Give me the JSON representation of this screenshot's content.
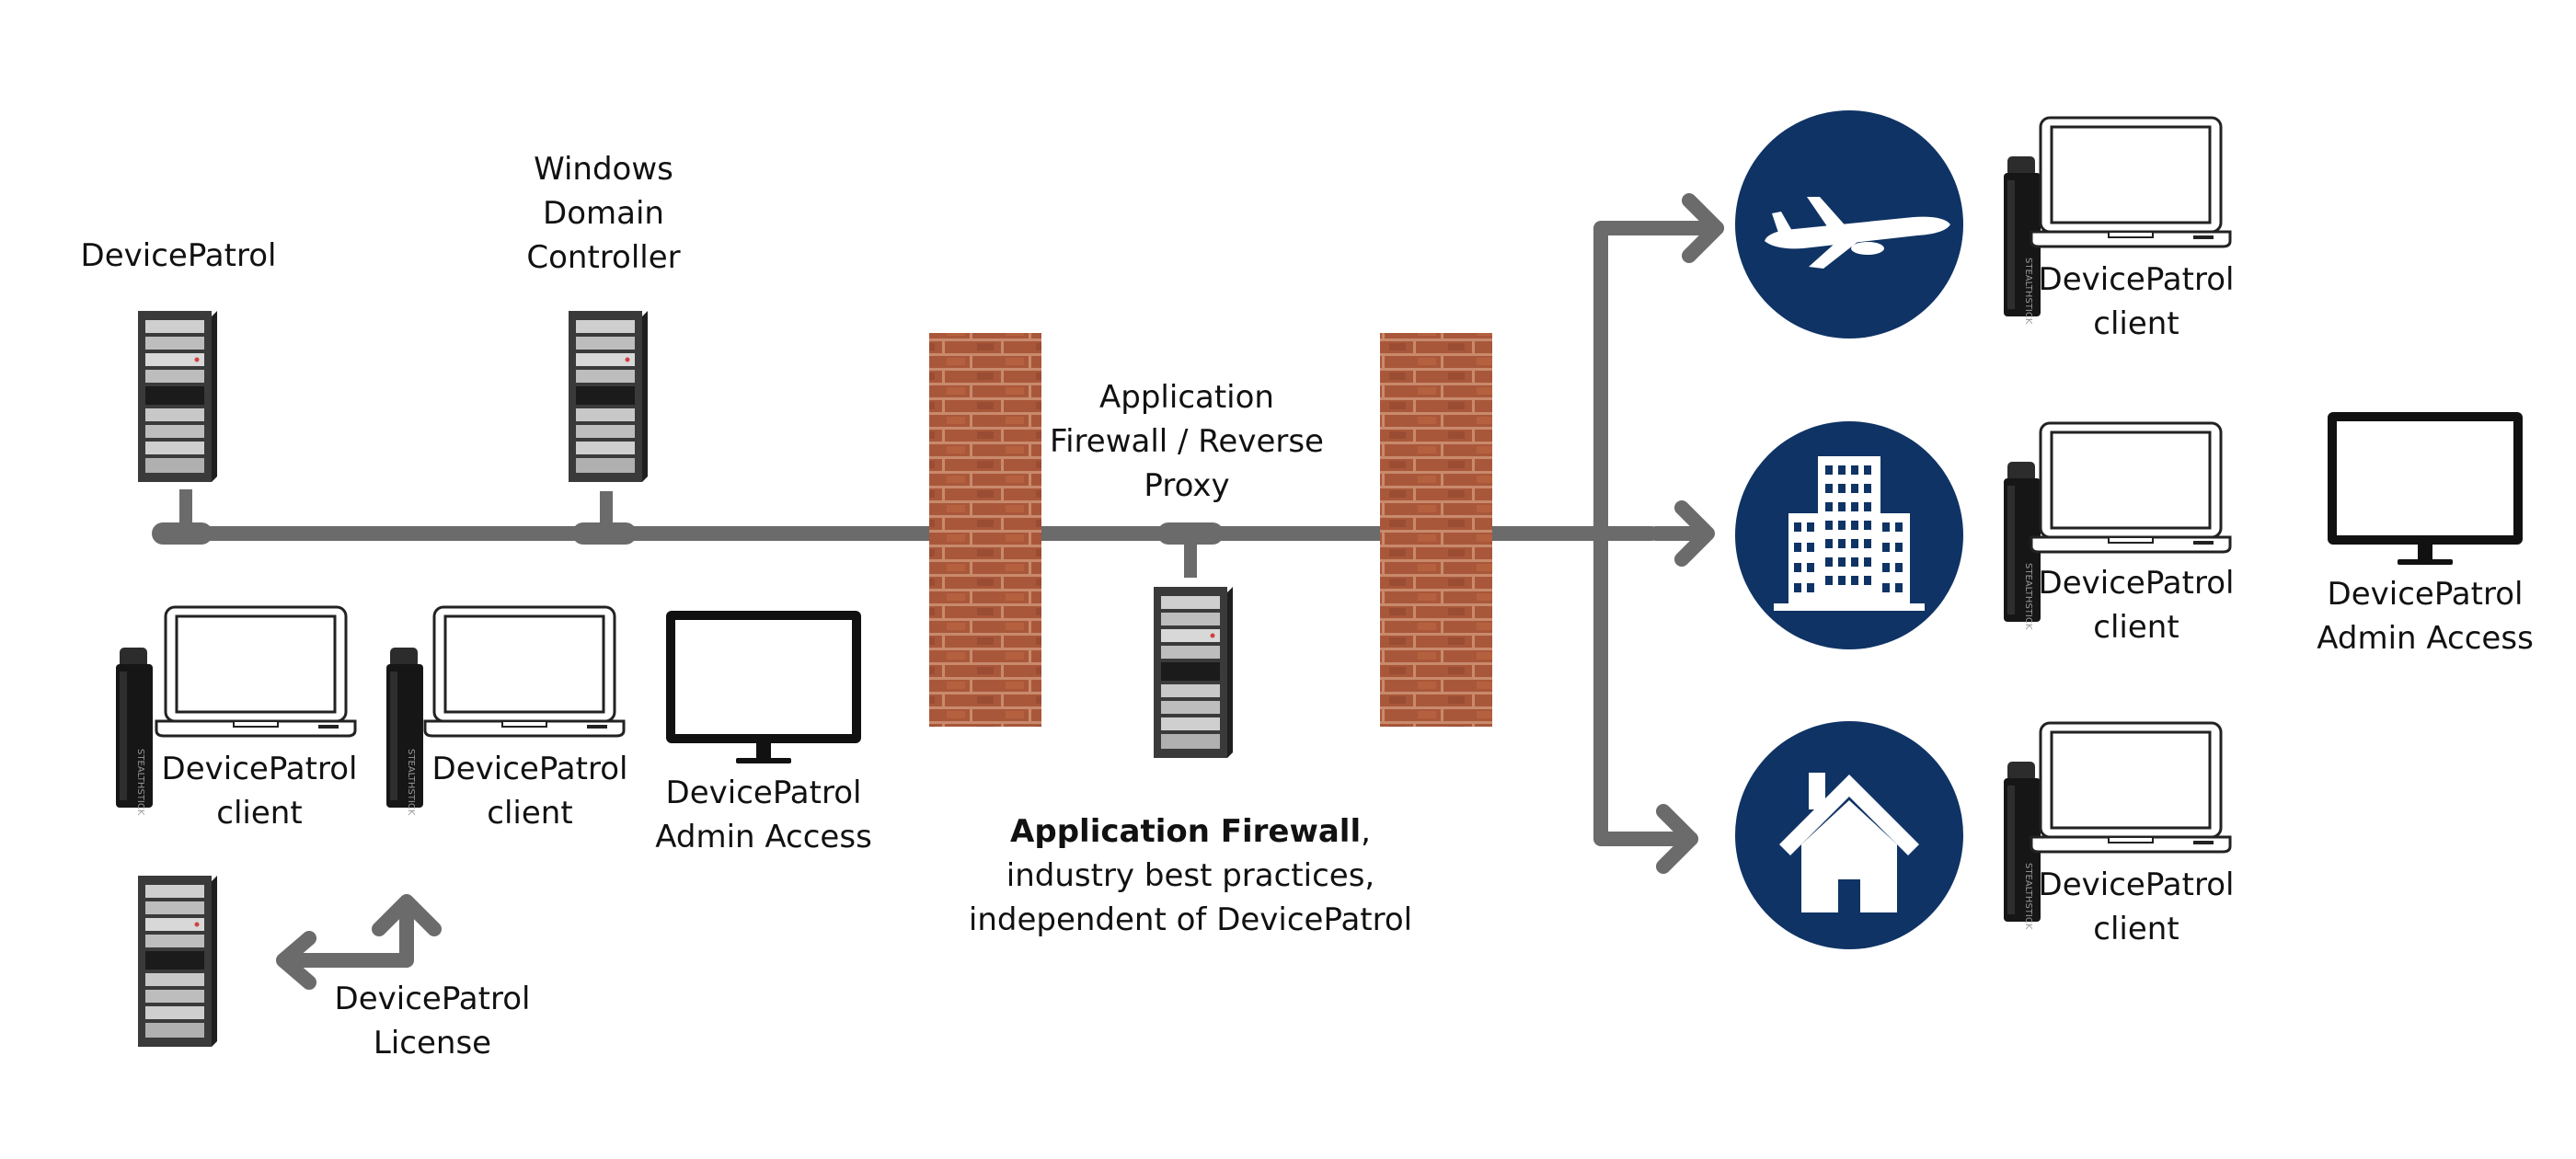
{
  "colors": {
    "line": "#6b6b6b",
    "circle": "#0f3364",
    "brick": "#a9573a",
    "mortar": "#c98a6c",
    "tower": "#3a3a3a",
    "screen": "#111111"
  },
  "icons": [
    "server-icon",
    "laptop-icon",
    "usb-key-icon",
    "monitor-icon",
    "brick-wall-icon",
    "airplane-icon",
    "building-icon",
    "house-icon"
  ],
  "labels": {
    "devicepatrol_server": "DevicePatrol",
    "domain_controller": [
      "Windows",
      "Domain",
      "Controller"
    ],
    "client": [
      "DevicePatrol",
      "client"
    ],
    "admin_access": [
      "DevicePatrol",
      "Admin Access"
    ],
    "license": [
      "DevicePatrol",
      "License"
    ],
    "proxy": [
      "Application",
      "Firewall / Reverse",
      "Proxy"
    ],
    "firewall_note": {
      "bold": "Application Firewall",
      "rest_first": ",",
      "line2": "industry best practices,",
      "line3": "independent of DevicePatrol"
    }
  }
}
